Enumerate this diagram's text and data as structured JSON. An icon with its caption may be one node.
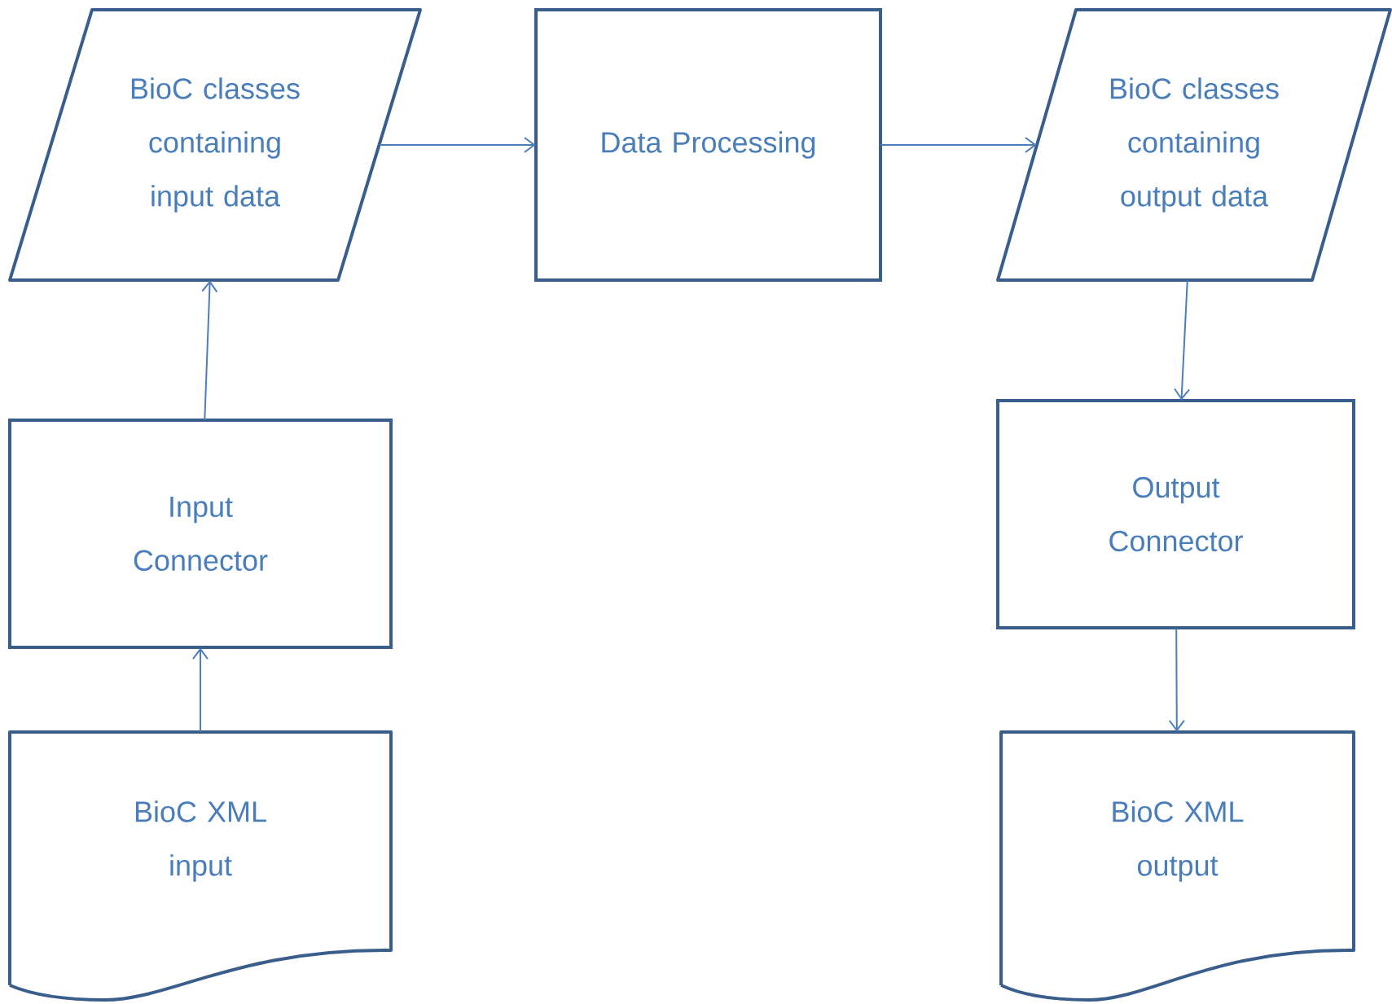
{
  "diagram": {
    "nodes": [
      {
        "text": [
          "BioC classes containing input data"
        ]
      },
      {
        "text": [
          "Data Processing"
        ]
      },
      {
        "text": [
          "BioC classes containing output data"
        ]
      },
      {
        "text": [
          "Input Connector"
        ]
      },
      {
        "text": [
          "Output Connector"
        ]
      },
      {
        "text": [
          "BioC XML input"
        ]
      },
      {
        "text": [
          "BioC XML output"
        ]
      }
    ],
    "edges": [
      {
        "from": 5,
        "to": 3,
        "arrow": "to"
      },
      {
        "from": 3,
        "to": 0,
        "arrow": "to"
      },
      {
        "from": 0,
        "to": 1,
        "arrow": "to"
      },
      {
        "from": 1,
        "to": 2,
        "arrow": "to"
      },
      {
        "from": 2,
        "to": 4,
        "arrow": "to"
      },
      {
        "from": 4,
        "to": 6,
        "arrow": "to"
      }
    ]
  }
}
